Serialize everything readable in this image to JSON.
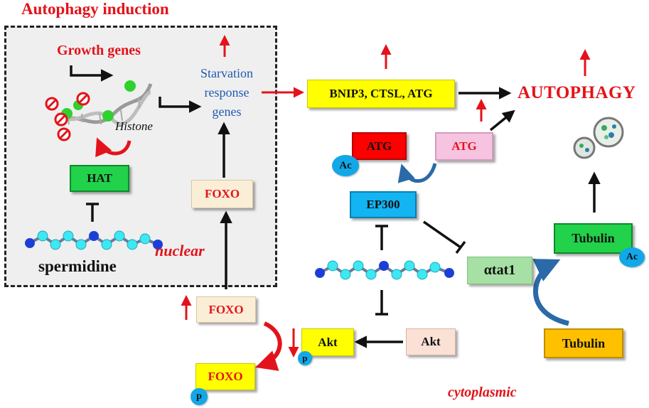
{
  "labels": {
    "title": "Autophagy induction",
    "growth_genes": "Growth genes",
    "histone": "Histone",
    "starvation": [
      "Starvation",
      "response",
      "genes"
    ],
    "spermidine": "spermidine",
    "nuclear": "nuclear",
    "cytoplasmic": "cytoplasmic",
    "autophagy": "AUTOPHAGY"
  },
  "boxes": {
    "hat": "HAT",
    "foxo_nuclear": "FOXO",
    "foxo_cytoplasm": "FOXO",
    "foxo_phospho": "FOXO",
    "bnip3": "BNIP3, CTSL, ATG",
    "atg_acetylated": "ATG",
    "atg": "ATG",
    "ep300": "EP300",
    "atat1": "αtat1",
    "tubulin_acetylated": "Tubulin",
    "tubulin": "Tubulin",
    "akt_active": "Akt",
    "akt": "Akt"
  },
  "badges": {
    "ac_atg": "Ac",
    "ac_tubulin": "Ac",
    "p_akt": "p",
    "p_foxo": "p"
  },
  "colors": {
    "red": "#e3131b",
    "black": "#111111",
    "blue_text": "#1e5ab0",
    "curved_blue": "#2a6aa8",
    "yellow": "#ffff00",
    "green": "#21d24a",
    "cyan": "#12b4f2"
  }
}
